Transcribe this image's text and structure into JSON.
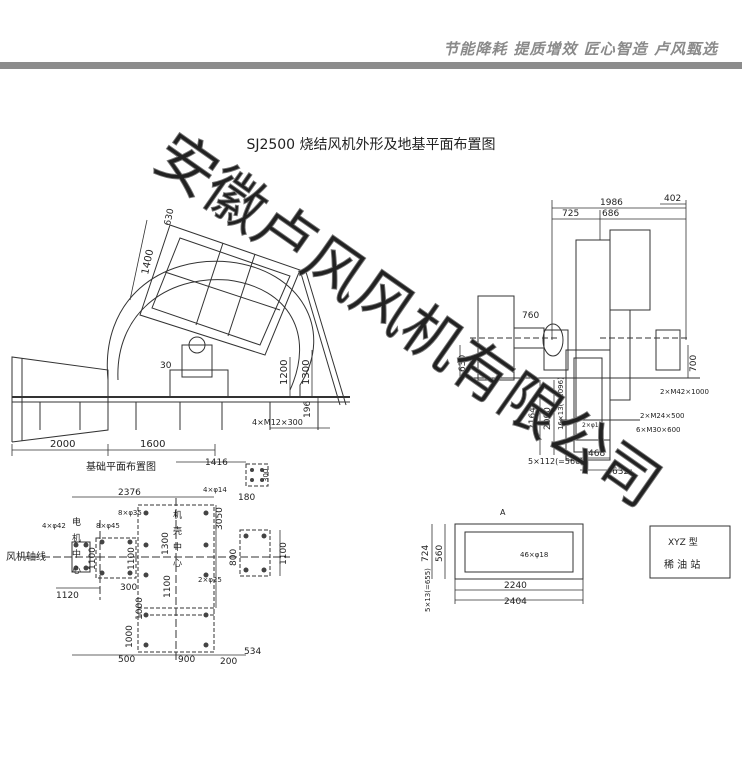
{
  "header": {
    "slogan": "节能降耗 提质增效 匠心智造 卢风甄选"
  },
  "title": "SJ2500 烧结风机外形及地基平面布置图",
  "watermark": "安徽卢风风机有限公司",
  "front_view": {
    "dims": [
      "2000",
      "1600",
      "1400",
      "630",
      "30",
      "1200",
      "1300",
      "196",
      "4×M12×300"
    ]
  },
  "side_view": {
    "dims": [
      "1986",
      "402",
      "725",
      "686",
      "760",
      "630",
      "700",
      "2×M42×1000",
      "2164",
      "2000",
      "16×13(=2096)",
      "2×M24×500",
      "6×M30×600",
      "2×φ18",
      "468",
      "5×112(=560)",
      "632"
    ]
  },
  "foundation": {
    "label": "基础平面布置图",
    "axis_label": "风机轴线",
    "motor_center": [
      "电",
      "机",
      "中",
      "心"
    ],
    "fan_center": [
      "机",
      "壳",
      "中",
      "心"
    ],
    "dims": [
      "1416",
      "300",
      "4×φ14",
      "180",
      "2376",
      "3050",
      "8×φ35",
      "4×φ42",
      "8×φ45",
      "1300",
      "800",
      "1100",
      "1100",
      "1100",
      "300",
      "1120",
      "2×φ25",
      "1100",
      "1000",
      "1000",
      "500",
      "900",
      "200",
      "534"
    ]
  },
  "oil_station_plan": {
    "dims": [
      "724",
      "560",
      "46×φ18",
      "5×13(=655)",
      "2240",
      "2404"
    ],
    "mark": "A"
  },
  "xyz_box": {
    "type_label": "XYZ 型",
    "name": "稀 油 站"
  }
}
